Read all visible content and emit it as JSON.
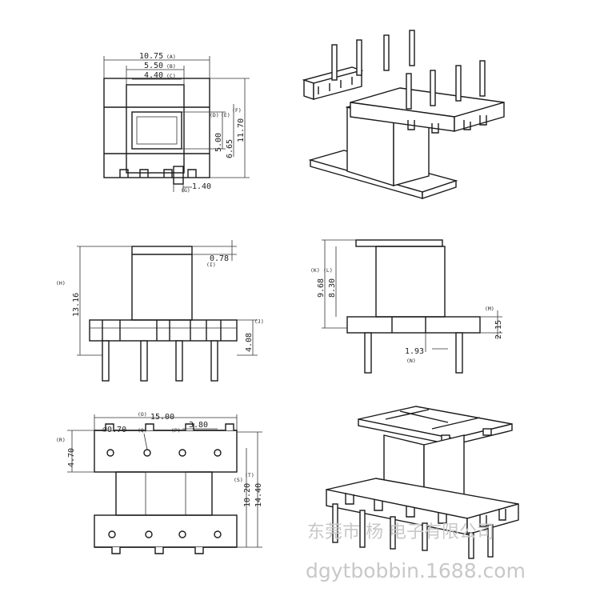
{
  "top_view": {
    "dim_a": "10.75",
    "lbl_a": "(A)",
    "dim_b": "5.50",
    "lbl_b": "(B)",
    "dim_c": "4.40",
    "lbl_c": "(C)",
    "dim_d": "5.00",
    "lbl_d": "(D)",
    "dim_e": "6.65",
    "lbl_e": "(E)",
    "dim_f": "11.70",
    "lbl_f": "(F)",
    "dim_g": "1.40",
    "lbl_g": "(G)"
  },
  "front_view": {
    "dim_h": "13.16",
    "lbl_h": "(H)",
    "dim_i": "0.78",
    "lbl_i": "(I)",
    "dim_j": "4.08",
    "lbl_j": "(J)"
  },
  "side_view": {
    "dim_k": "9.68",
    "lbl_k": "(K)",
    "dim_l": "8.30",
    "lbl_l": "(L)",
    "dim_m": "2.15",
    "lbl_m": "(M)",
    "dim_n": "1.93",
    "lbl_n": "(N)"
  },
  "bottom_view": {
    "dim_o": "15.00",
    "lbl_o": "(O)",
    "dim_p": "3.80",
    "lbl_p": "(P)",
    "dim_q": "⌀0.70",
    "lbl_q": "(Q)",
    "dim_r": "4.70",
    "lbl_r": "(R)",
    "dim_s": "10.20",
    "lbl_s": "(S)",
    "dim_t": "14.40",
    "lbl_t": "(T)"
  },
  "watermark": {
    "company": "东莞市 杨 电子有限公司",
    "url": "dgytbobbin.1688.com"
  }
}
